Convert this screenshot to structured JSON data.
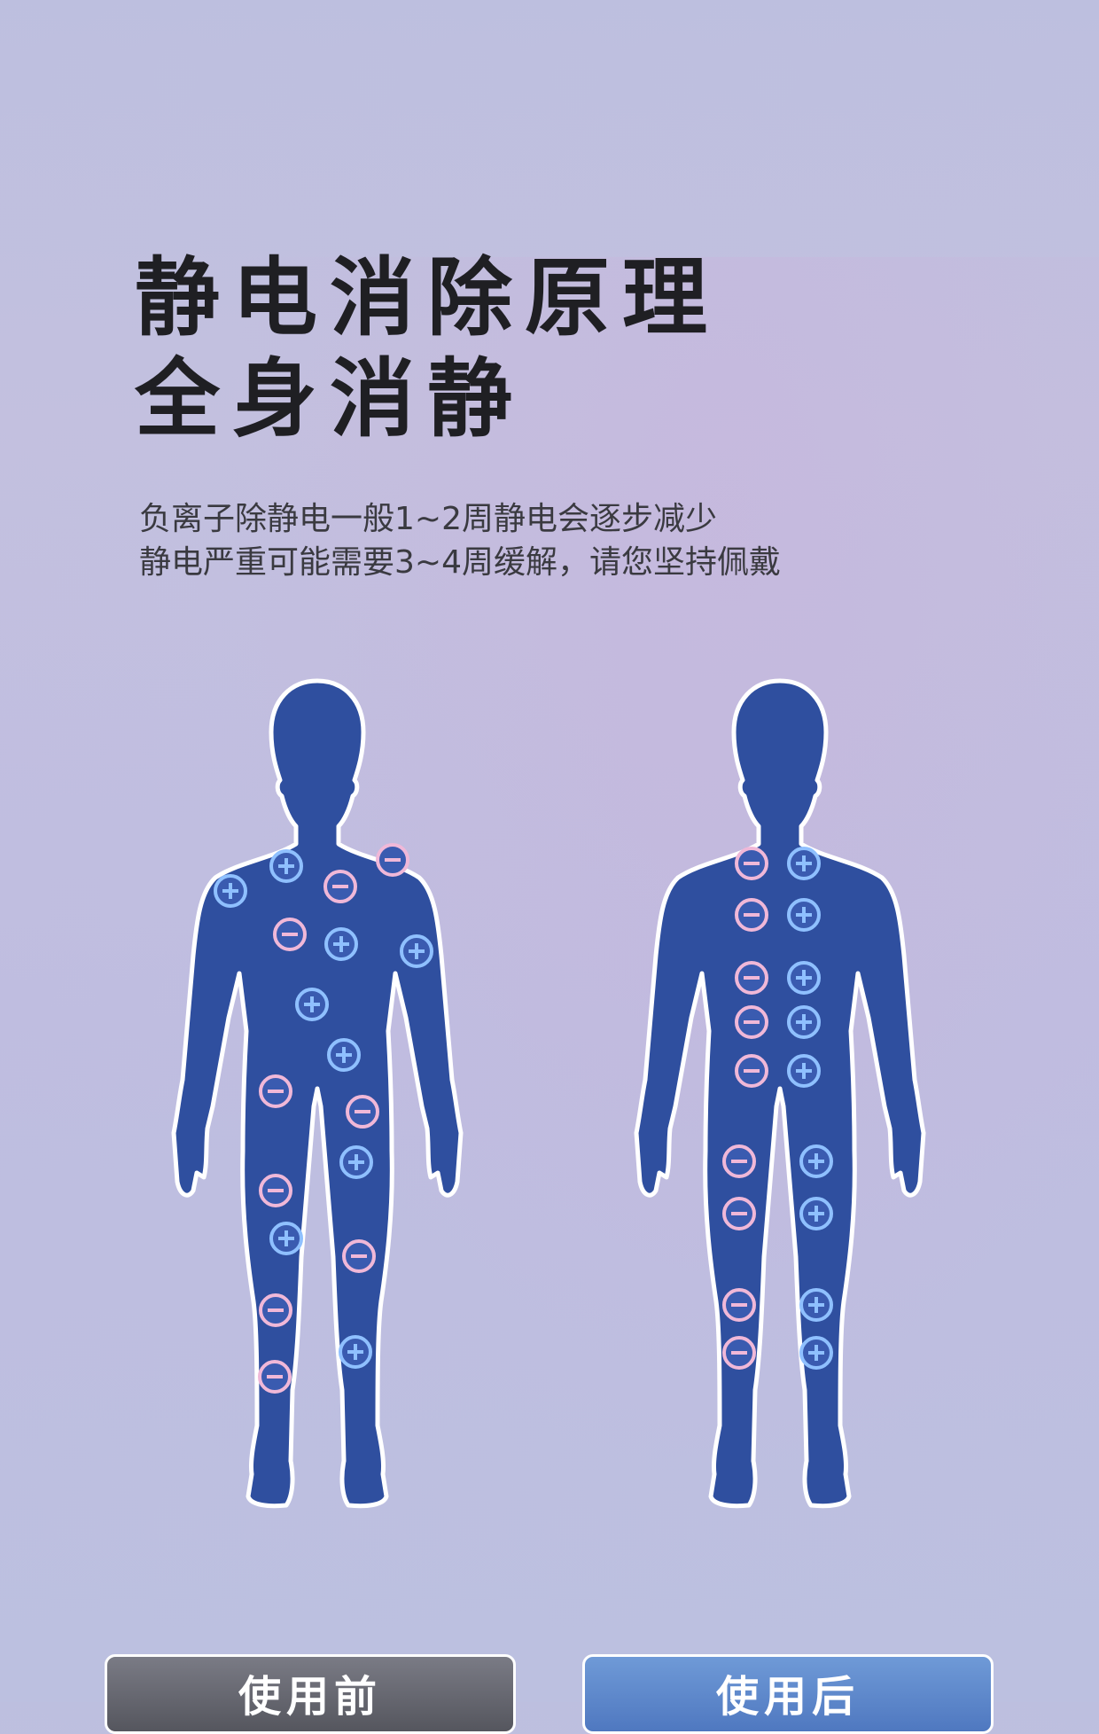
{
  "title": {
    "line1": "静电消除原理",
    "line2": "全身消静"
  },
  "subtitle": {
    "line1": "负离子除静电一般1~2周静电会逐步减少",
    "line2": "静电严重可能需要3~4周缓解，请您坚持佩戴"
  },
  "buttons": {
    "before": "使用前",
    "after": "使用后"
  },
  "colors": {
    "body_fill": "#2f4f9f",
    "body_outline": "#ffffff",
    "plus_ion": "#8fc0ff",
    "minus_ion": "#f0b8d8",
    "title_text": "#1f1f23"
  }
}
